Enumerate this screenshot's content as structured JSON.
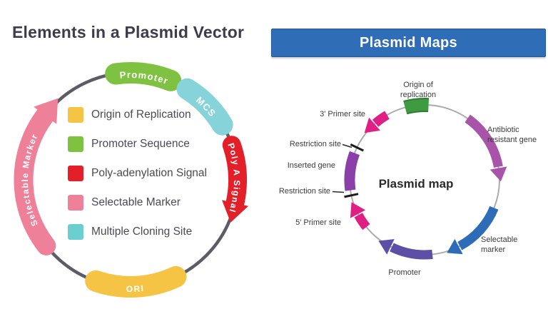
{
  "left_panel": {
    "title": "Elements in a Plasmid Vector",
    "ring_labels": {
      "promoter": "Promoter",
      "mcs": "MCS",
      "poly_a": "Poly A Signal",
      "ori": "ORI",
      "selectable_marker": "Selectable Marker"
    },
    "legend": [
      {
        "label": "Origin of Replication",
        "color": "#f6c445"
      },
      {
        "label": "Promoter Sequence",
        "color": "#7fc241"
      },
      {
        "label": "Poly-adenylation Signal",
        "color": "#e3202a"
      },
      {
        "label": "Selectable Marker",
        "color": "#ef8099"
      },
      {
        "label": "Multiple Cloning Site",
        "color": "#6bcfd0"
      }
    ],
    "colors": {
      "ring": "#5c5c66",
      "promoter": "#7fc241",
      "mcs": "#86d3d9",
      "poly_a": "#e3202a",
      "ori": "#f6c445",
      "selectable_marker": "#ef8099",
      "title_text": "#3c3c4c"
    }
  },
  "right_panel": {
    "banner_title": "Plasmid Maps",
    "center_label": "Plasmid map",
    "labels": {
      "origin": "Origin of\nreplication",
      "three_prime": "3' Primer site",
      "restriction_upper": "Restriction site",
      "inserted_gene": "Inserted gene",
      "restriction_lower": "Restriction site",
      "five_prime": "5' Primer site",
      "promoter": "Promoter",
      "selectable": "Selectable\nmarker",
      "antibiotic": "Antibiotic\nresistant gene"
    },
    "colors": {
      "banner": "#2f6db7",
      "ring": "#ababab",
      "origin": "#3f9b41",
      "antibiotic": "#a854a8",
      "selectable": "#2e6cb8",
      "promoter": "#5b50a5",
      "primer_sites": "#e01f85",
      "inserted_gene": "#8b3fa9",
      "restriction_tick": "#1c1c1c"
    }
  }
}
